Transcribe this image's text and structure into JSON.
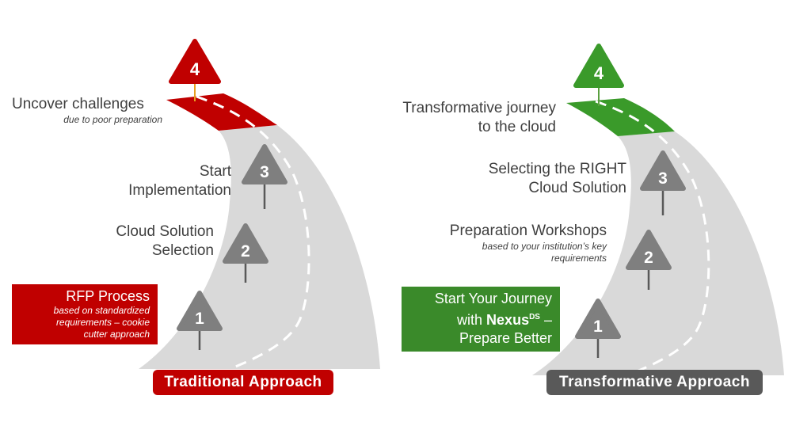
{
  "colors": {
    "red": "#c00000",
    "green": "#3a8a2a",
    "grey_sign": "#7f7f7f",
    "road": "#d9d9d9",
    "dark_badge": "#595959"
  },
  "icons": [
    "warning-sign-icon",
    "road-icon",
    "signpost-icon"
  ],
  "traditional": {
    "badge": "Traditional Approach",
    "signs": [
      "1",
      "2",
      "3",
      "4"
    ],
    "step1": {
      "title": "RFP Process",
      "desc": "based on standardized\nrequirements – cookie\ncutter approach"
    },
    "step2": {
      "text": "Cloud Solution\nSelection"
    },
    "step3": {
      "text": "Start\nImplementation"
    },
    "step4": {
      "text": "Uncover challenges",
      "sub": "due to poor preparation"
    }
  },
  "transformative": {
    "badge": "Transformative Approach",
    "signs": [
      "1",
      "2",
      "3",
      "4"
    ],
    "step1": {
      "line1": "Start Your Journey",
      "line2_pre": "with ",
      "brand": "Nexus",
      "brand_sup": "DS",
      "line2_post": " –",
      "line3": "Prepare Better"
    },
    "step2": {
      "text": "Preparation Workshops",
      "sub": "based to your institution’s key\nrequirements"
    },
    "step3": {
      "text": "Selecting the RIGHT\nCloud Solution"
    },
    "step4": {
      "text": "Transformative journey\nto the cloud"
    }
  }
}
